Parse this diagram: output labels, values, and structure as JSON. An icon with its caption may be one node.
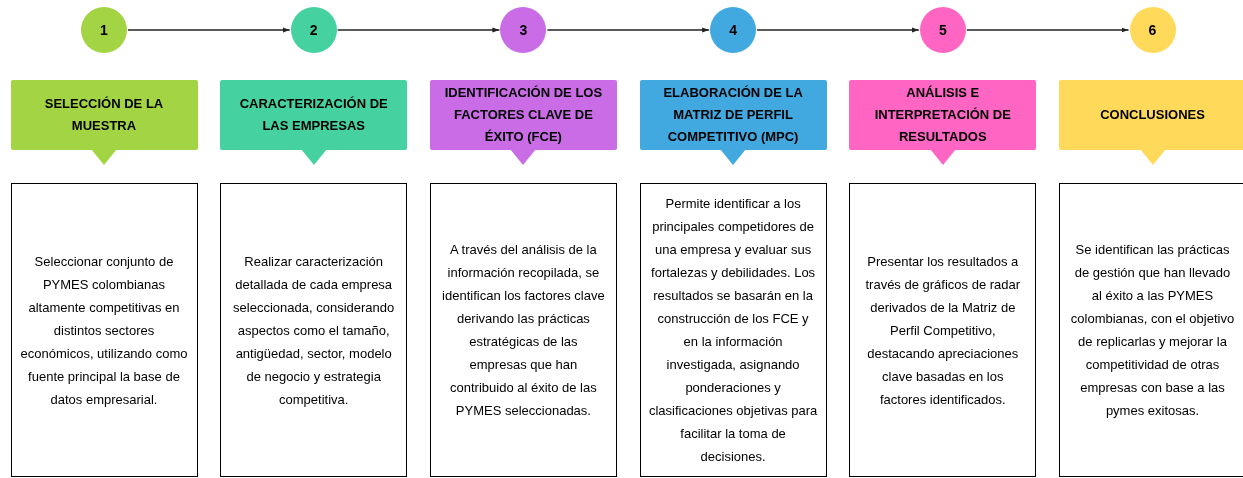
{
  "diagram": {
    "nodes": [
      {
        "text": [
          "1"
        ]
      },
      {
        "text": [
          "2"
        ]
      },
      {
        "text": [
          "3"
        ]
      },
      {
        "text": [
          "4"
        ]
      },
      {
        "text": [
          "5"
        ]
      },
      {
        "text": [
          "6"
        ]
      },
      {
        "text": [
          "SELECCIÓN DE LA MUESTRA"
        ]
      },
      {
        "text": [
          "CARACTERIZACIÓN DE LAS EMPRESAS"
        ]
      },
      {
        "text": [
          "IDENTIFICACIÓN DE LOS FACTORES CLAVE DE ÉXITO (FCE)"
        ]
      },
      {
        "text": [
          "ELABORACIÓN DE LA MATRIZ DE PERFIL COMPETITIVO (MPC)"
        ]
      },
      {
        "text": [
          "ANÁLISIS E INTERPRETACIÓN DE RESULTADOS"
        ]
      },
      {
        "text": [
          "CONCLUSIONES"
        ]
      },
      {
        "text": [
          "Seleccionar conjunto de PYMES colombianas altamente competitivas en distintos sectores económicos, utilizando como fuente principal la base de datos empresarial."
        ]
      },
      {
        "text": [
          "Realizar  caracterización detallada de cada empresa seleccionada, considerando aspectos como el tamaño, antigüedad, sector, modelo de negocio y estrategia competitiva."
        ]
      },
      {
        "text": [
          "A través del análisis de la información recopilada, se identifican los factores clave derivando las prácticas estratégicas de las empresas que han contribuido al éxito de las PYMES seleccionadas."
        ]
      },
      {
        "text": [
          "Permite identificar a los principales competidores de una empresa y evaluar sus fortalezas y debilidades. Los resultados se basarán en la construcción de los FCE y en la información investigada, asignando ponderaciones y clasificaciones objetivas para facilitar la toma de decisiones."
        ]
      },
      {
        "text": [
          "Presentar  los resultados a través de gráficos de radar derivados de la Matriz de Perfil Competitivo, destacando apreciaciones clave basadas en los factores identificados."
        ]
      },
      {
        "text": [
          "Se identifican las prácticas de gestión que han llevado al éxito a las PYMES colombianas, con el objetivo de replicarlas y mejorar la competitividad de otras empresas con base a las pymes exitosas."
        ]
      }
    ],
    "edges": [
      {
        "from": 0,
        "to": 1,
        "arrow": "to"
      },
      {
        "from": 1,
        "to": 2,
        "arrow": "to"
      },
      {
        "from": 2,
        "to": 3,
        "arrow": "to"
      },
      {
        "from": 3,
        "to": 4,
        "arrow": "to"
      },
      {
        "from": 4,
        "to": 5,
        "arrow": "to"
      }
    ]
  }
}
